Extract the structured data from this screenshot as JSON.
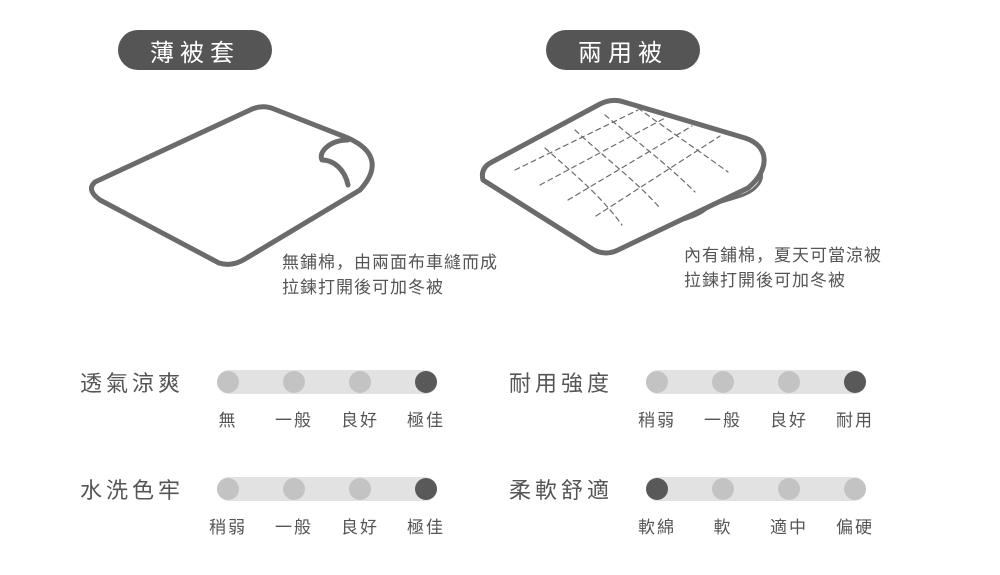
{
  "products": [
    {
      "title": "薄被套",
      "caption_lines": [
        "無鋪棉，由兩面布車縫而成",
        "拉鍊打開後可加冬被"
      ]
    },
    {
      "title": "兩用被",
      "caption_lines": [
        "內有鋪棉，夏天可當涼被",
        "拉鍊打開後可加冬被"
      ]
    }
  ],
  "metrics": [
    {
      "label": "透氣涼爽",
      "ticks": [
        "無",
        "一般",
        "良好",
        "極佳"
      ],
      "active_index": 3
    },
    {
      "label": "耐用強度",
      "ticks": [
        "稍弱",
        "一般",
        "良好",
        "耐用"
      ],
      "active_index": 3
    },
    {
      "label": "水洗色牢",
      "ticks": [
        "稍弱",
        "一般",
        "良好",
        "極佳"
      ],
      "active_index": 3
    },
    {
      "label": "柔軟舒適",
      "ticks": [
        "軟綿",
        "軟",
        "適中",
        "偏硬"
      ],
      "active_index": 0
    }
  ],
  "colors": {
    "pill": "#555555",
    "outline": "#6b6b6b",
    "dot_active": "#595959",
    "dot_inactive": "#c3c3c3",
    "track": "#e2e2e2"
  }
}
